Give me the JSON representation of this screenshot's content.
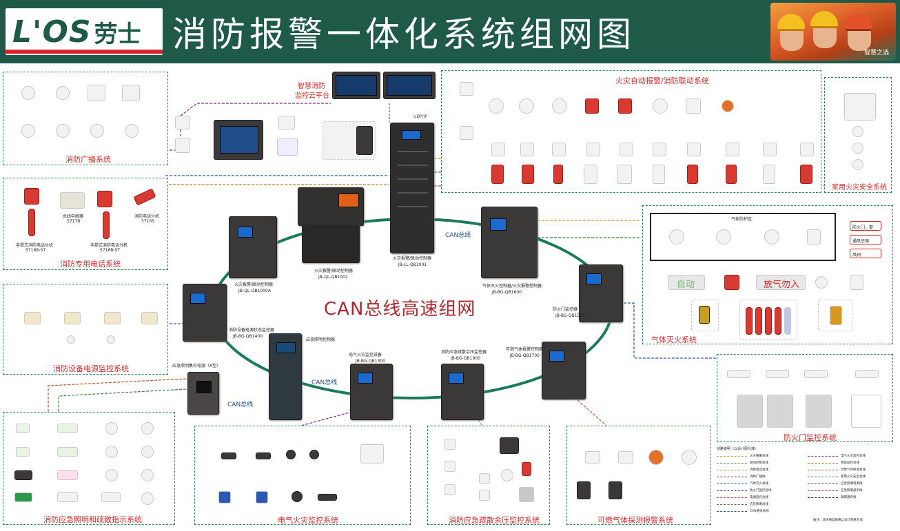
{
  "header": {
    "logo_latin": "L'OS",
    "logo_cn": "劳士",
    "title": "消防报警一体化系统组网图",
    "slogan": "智慧之选"
  },
  "cloud": {
    "title_line1": "智慧消防",
    "title_line2": "监控云平台",
    "udp_label": "UDP/IP"
  },
  "systems": {
    "broadcast": "消防广播系统",
    "telephone": "消防专用电话系统",
    "power_monitor": "消防设备电源监控系统",
    "emergency_light": "消防应急照明和疏散指示系统",
    "electrical_fire": "电气火灾监控系统",
    "residual_pressure": "消防应急疏散余压监控系统",
    "gas_detection": "可燃气体探测报警系统",
    "fire_alarm": "火灾自动报警/消防联动系统",
    "home_fire": "家用火灾安全系统",
    "gas_extinguish": "气体灭火系统",
    "fire_door": "防火门监控系统"
  },
  "telephone": {
    "handset1": "手提式消防电话分机",
    "handset1_model": "5716B-ST",
    "handset2": "手提式消防电话分机",
    "handset2_model": "5716B-ST",
    "relay": "总线中继器",
    "relay_model": "5717B",
    "ext": "消防电话分机",
    "ext_model": "5716S"
  },
  "center": {
    "can_title": "CAN总线高速组网",
    "can_bus_1": "CAN总线",
    "can_bus_2": "CAN总线",
    "can_bus_3": "CAN总线"
  },
  "controllers": {
    "desk_name": "火灾报警/联动控制器",
    "desk_model": "JB-QL-QB1002",
    "cabinet_name": "火灾报警/联动控制器",
    "cabinet_model": "JB-LL-QB1001",
    "left_name": "火灾报警/联动控制器",
    "left_model": "JB-QL-QB1000A",
    "gas_ctrl_name": "气体灭火控制器/火灾报警控制器",
    "gas_ctrl_model": "JB-BG-QB1600",
    "door_name": "防火门监控器",
    "door_model": "JB-BG-QB1500",
    "power_name": "消防设备电源状态监控器",
    "power_model": "JB-BG-QB1400",
    "lighting_name": "应急照明控制器",
    "lighting_model": "",
    "elec_name": "电气火灾监控设备",
    "elec_model": "JB-BG-QB1300",
    "pressure_name": "消防应急疏散余压监控器",
    "pressure_model": "JB-BG-QB1900",
    "combustible_name": "可燃气体报警控制器",
    "combustible_model": "JB-BG-QB1700",
    "central_power_name": "应急照明集中电源（A型）"
  },
  "gas_zone": {
    "title": "气体防护区",
    "outputs": [
      "防火门、窗",
      "通风空调",
      "风阀"
    ],
    "auto_label": "自动",
    "no_entry_label": "放气勿入"
  },
  "legend": {
    "title": "线路说明（以设计图为准）",
    "left_items": [
      "火灾报警总线",
      "联动控制总线",
      "消防电话总线",
      "消防广播线",
      "气体灭火总线",
      "防火门监控总线",
      "电源监控总线",
      "应急照明总线",
      "CAN通讯总线"
    ],
    "right_items": [
      "电气火灾监控总线",
      "余压监控总线",
      "可燃气体探测总线",
      "家用火灾安全总线",
      "应急照明电源线",
      "应急照明通讯线",
      "联网通讯线"
    ],
    "note": "备注：具体线型规格以设计图纸为准"
  },
  "colors": {
    "header_bg": "#1f5a48",
    "accent_red": "#d42a2a",
    "frame_green": "#2f8a5b",
    "can_ring": "#1a7a5c"
  }
}
